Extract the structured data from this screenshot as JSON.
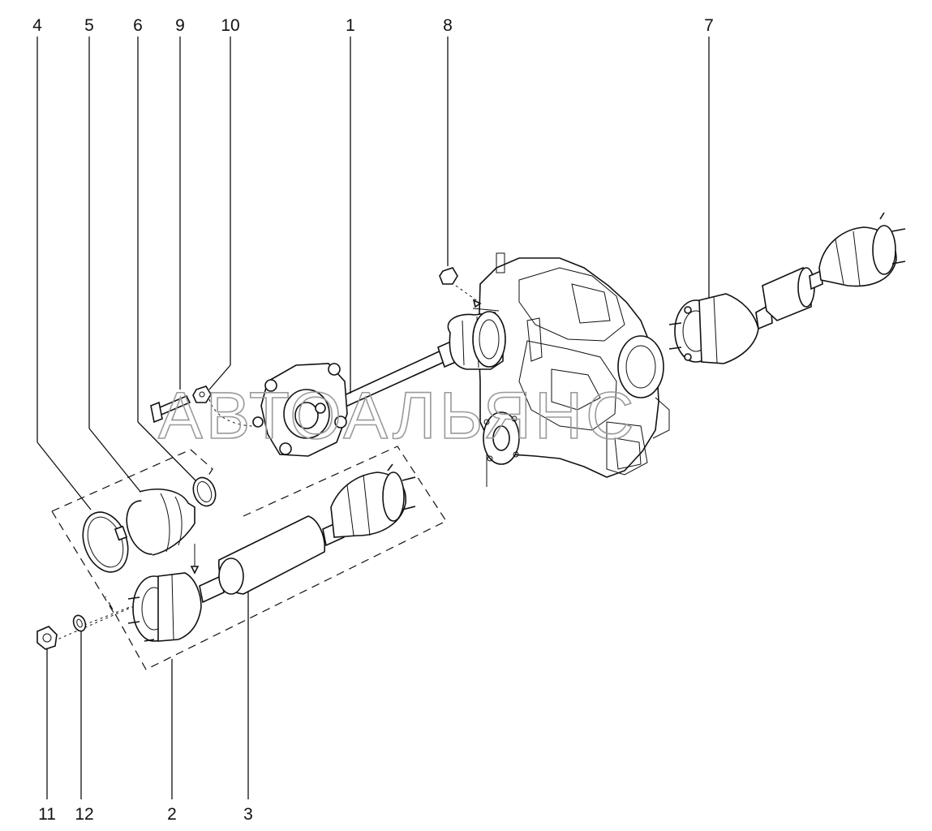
{
  "watermark": "АВТОАЛЬЯНС",
  "callouts": [
    {
      "id": "4",
      "label": "4"
    },
    {
      "id": "5",
      "label": "5"
    },
    {
      "id": "6",
      "label": "6"
    },
    {
      "id": "9",
      "label": "9"
    },
    {
      "id": "10",
      "label": "10"
    },
    {
      "id": "1",
      "label": "1"
    },
    {
      "id": "8",
      "label": "8"
    },
    {
      "id": "7",
      "label": "7"
    },
    {
      "id": "11",
      "label": "11"
    },
    {
      "id": "12",
      "label": "12"
    },
    {
      "id": "2",
      "label": "2"
    },
    {
      "id": "3",
      "label": "3"
    }
  ]
}
